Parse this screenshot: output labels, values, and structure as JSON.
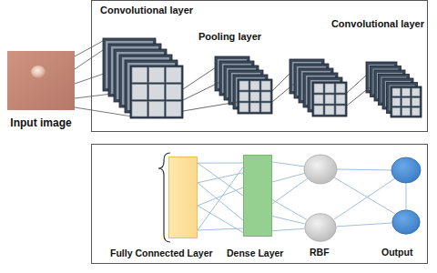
{
  "diagram": {
    "nodes": [
      {
        "text": [
          "Fully Connected Layer"
        ]
      },
      {
        "text": [
          "Dense Layer"
        ]
      },
      {
        "text": [
          "RBF"
        ]
      },
      {
        "text": [
          "Output"
        ]
      }
    ],
    "edges": [
      {
        "from": 0,
        "to": 1,
        "arrow": "none"
      },
      {
        "from": 1,
        "to": 2,
        "arrow": "none"
      },
      {
        "from": 2,
        "to": 3,
        "arrow": "none"
      }
    ],
    "labels": [
      "Input image",
      "Convolutional layer",
      "Pooling layer",
      "Convolutional layer"
    ]
  }
}
